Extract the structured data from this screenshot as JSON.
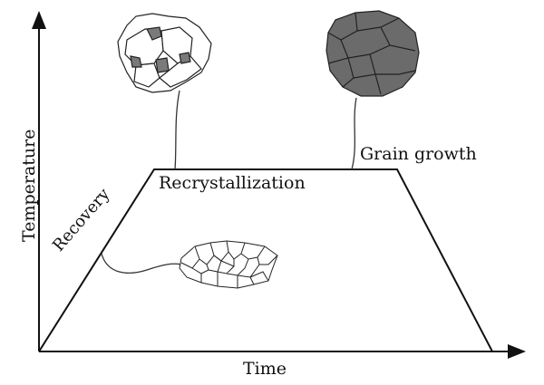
{
  "axes": {
    "x_label": "Time",
    "y_label": "Temperature"
  },
  "stages": {
    "recovery": "Recovery",
    "recrystallization": "Recrystallization",
    "grain_growth": "Grain growth"
  },
  "colors": {
    "line": "#111111",
    "grain_fill_dark": "#6b6b6b",
    "grain_fill_light": "#ffffff",
    "grain_fill_medium": "#7a7a7a"
  }
}
